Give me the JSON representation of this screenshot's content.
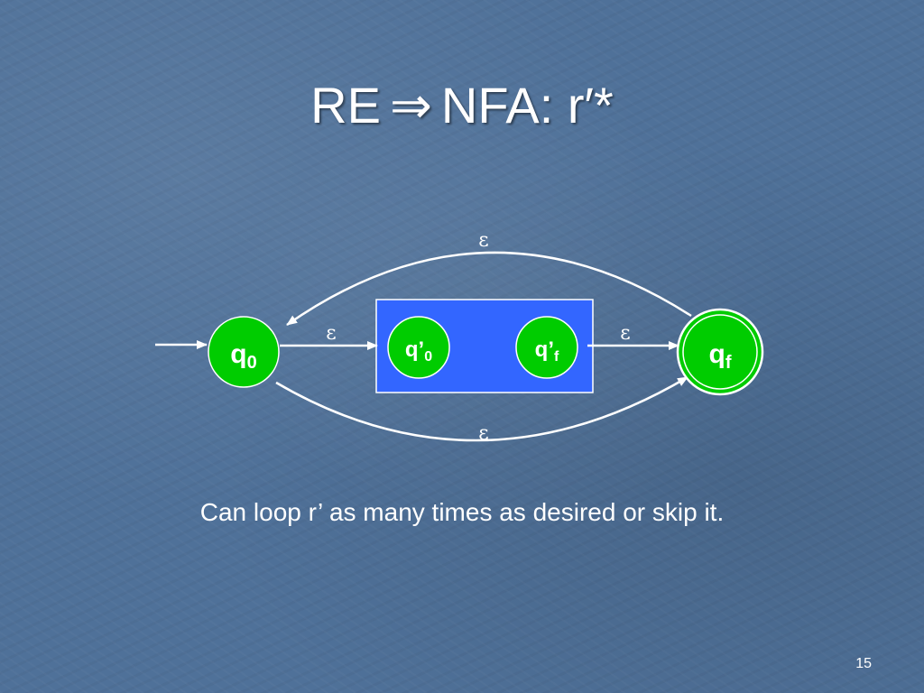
{
  "slide": {
    "title_left": "RE",
    "title_arrow": "⇒",
    "title_right": "NFA: r′*",
    "caption": "Can loop r’ as many times as desired or skip it.",
    "page_number": "15"
  },
  "diagram": {
    "states": [
      {
        "id": "q0",
        "base": "q",
        "sub": "0",
        "prime": "",
        "accepting": false
      },
      {
        "id": "q0p",
        "base": "q",
        "sub": "0",
        "prime": "’",
        "accepting": false
      },
      {
        "id": "qfp",
        "base": "q",
        "sub": "f",
        "prime": "’",
        "accepting": false
      },
      {
        "id": "qf",
        "base": "q",
        "sub": "f",
        "prime": "",
        "accepting": true
      }
    ],
    "edge_labels": {
      "q0_to_q0p": "ε",
      "qfp_to_qf": "ε",
      "qf_to_q0_loop": "ε",
      "q0_to_qf_skip": "ε"
    },
    "colors": {
      "state_fill": "#00cc00",
      "box_fill": "#3366ff",
      "lines": "#ffffff"
    }
  }
}
